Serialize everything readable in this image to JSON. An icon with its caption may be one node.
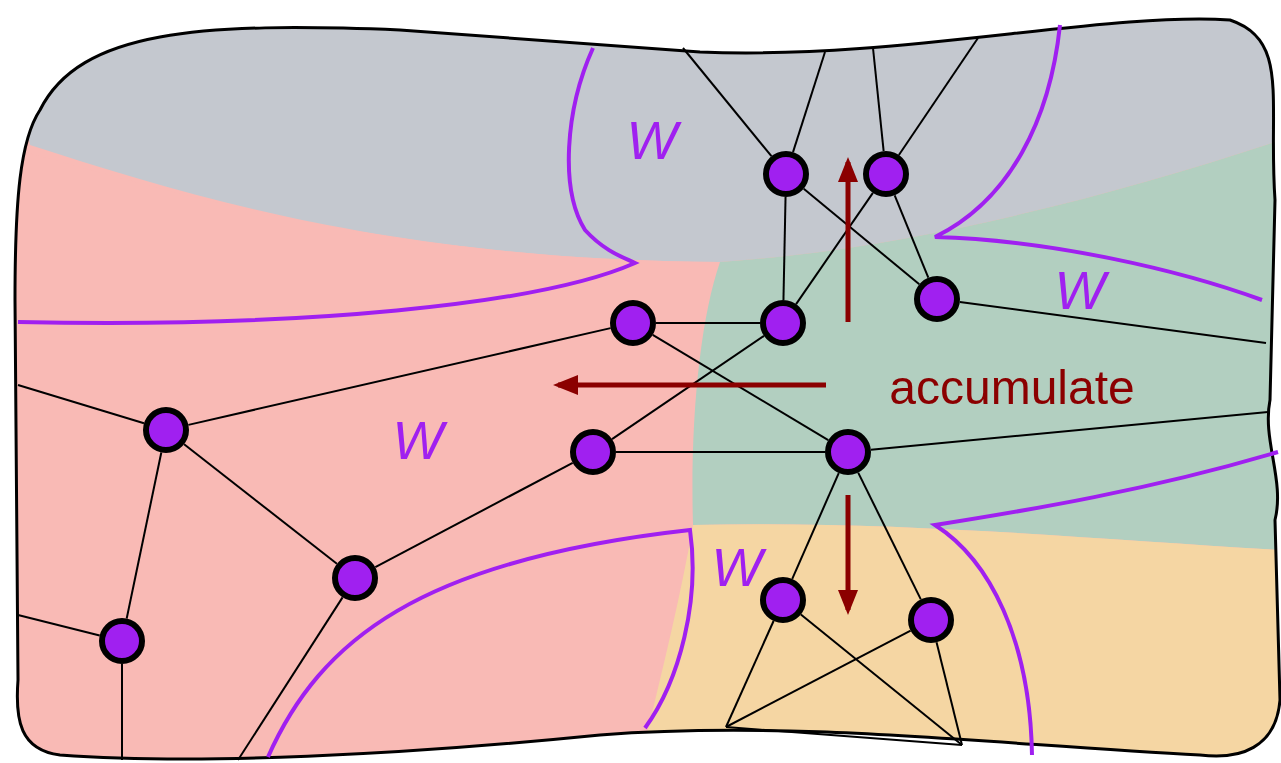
{
  "diagram": {
    "nodes": [
      {
        "text": [],
        "shape": "circle"
      },
      {
        "text": [],
        "shape": "circle"
      },
      {
        "text": [],
        "shape": "circle"
      },
      {
        "text": [],
        "shape": "circle"
      },
      {
        "text": [],
        "shape": "circle"
      },
      {
        "text": [],
        "shape": "circle"
      },
      {
        "text": [],
        "shape": "circle"
      },
      {
        "text": [],
        "shape": "circle"
      },
      {
        "text": [],
        "shape": "circle"
      },
      {
        "text": [],
        "shape": "circle"
      },
      {
        "text": [],
        "shape": "circle"
      },
      {
        "text": [],
        "shape": "circle"
      }
    ],
    "edges": [
      {
        "from": 0,
        "to": null,
        "arrow": "none"
      },
      {
        "from": 0,
        "to": null,
        "arrow": "none"
      },
      {
        "from": 1,
        "to": null,
        "arrow": "none"
      },
      {
        "from": 1,
        "to": null,
        "arrow": "none"
      },
      {
        "from": 0,
        "to": 4,
        "arrow": "none"
      },
      {
        "from": 0,
        "to": 2,
        "arrow": "none"
      },
      {
        "from": 1,
        "to": 4,
        "arrow": "none"
      },
      {
        "from": 1,
        "to": 2,
        "arrow": "none"
      },
      {
        "from": 2,
        "to": null,
        "arrow": "none"
      },
      {
        "from": 3,
        "to": 4,
        "arrow": "none"
      },
      {
        "from": 3,
        "to": 7,
        "arrow": "none"
      },
      {
        "from": 4,
        "to": 6,
        "arrow": "none"
      },
      {
        "from": 3,
        "to": 5,
        "arrow": "none"
      },
      {
        "from": 6,
        "to": 7,
        "arrow": "none"
      },
      {
        "from": 6,
        "to": 8,
        "arrow": "none"
      },
      {
        "from": 7,
        "to": null,
        "arrow": "none"
      },
      {
        "from": 7,
        "to": 9,
        "arrow": "none"
      },
      {
        "from": 7,
        "to": 10,
        "arrow": "none"
      },
      {
        "from": 9,
        "to": null,
        "arrow": "none"
      },
      {
        "from": 9,
        "to": null,
        "arrow": "none"
      },
      {
        "from": 10,
        "to": null,
        "arrow": "none"
      },
      {
        "from": 10,
        "to": null,
        "arrow": "none"
      },
      {
        "from": 5,
        "to": null,
        "arrow": "none"
      },
      {
        "from": 5,
        "to": 8,
        "arrow": "none"
      },
      {
        "from": 5,
        "to": 11,
        "arrow": "none"
      },
      {
        "from": 11,
        "to": null,
        "arrow": "none"
      },
      {
        "from": 11,
        "to": null,
        "arrow": "none"
      },
      {
        "from": 8,
        "to": null,
        "arrow": "none"
      }
    ],
    "labels": [
      "W",
      "W",
      "W",
      "W",
      "accumulate"
    ]
  }
}
